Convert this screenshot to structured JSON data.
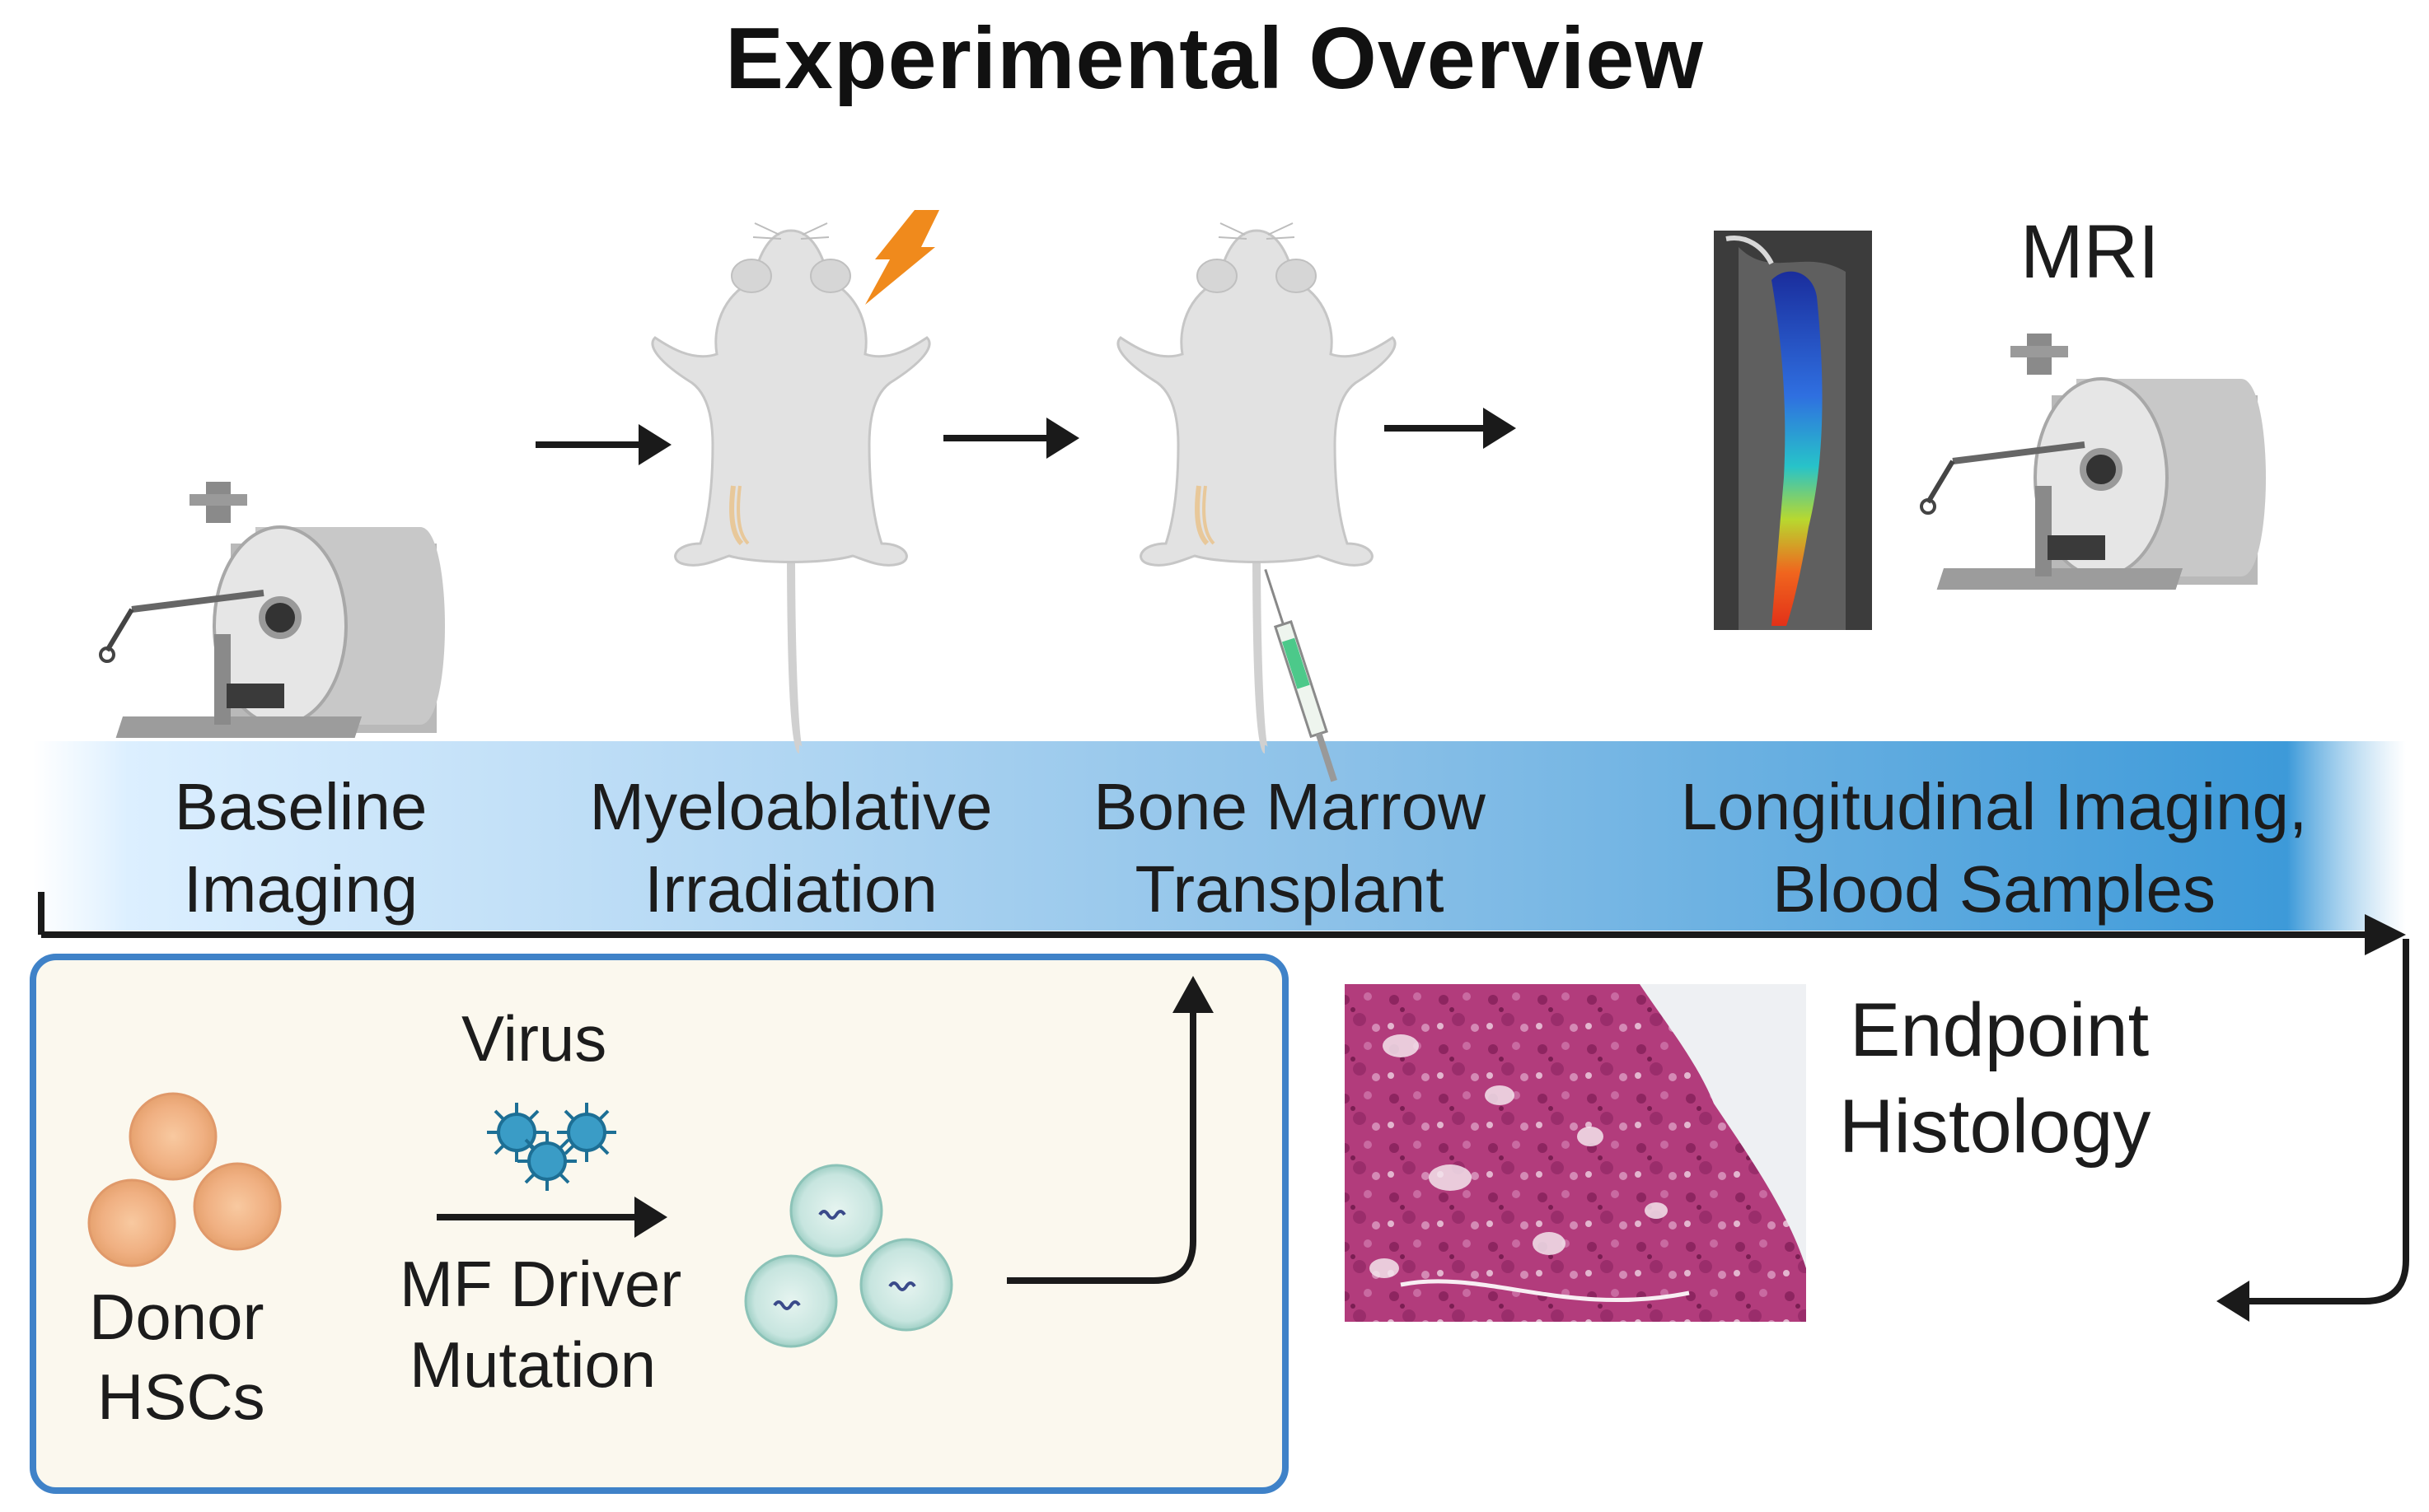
{
  "title": "Experimental Overview",
  "timeline": {
    "stages": [
      {
        "label": "Baseline\nImaging"
      },
      {
        "label": "Myeloablative\nIrradiation"
      },
      {
        "label": "Bone Marrow\nTransplant"
      },
      {
        "label": "Longitudinal  Imaging,\nBlood Samples"
      }
    ],
    "bar_gradient": [
      "#e4f2fc",
      "#3d9ad9"
    ]
  },
  "mri": {
    "label": "MRI"
  },
  "endpoint": {
    "line1": "Endpoint",
    "line2": "Histology"
  },
  "inset": {
    "border_color": "#3f82c8",
    "background": "#fbf8ee",
    "donor": {
      "line1": "Donor",
      "line2": "HSCs"
    },
    "virus_label": "Virus",
    "mutation": {
      "line1": "MF Driver",
      "line2": "Mutation"
    }
  },
  "icons": [
    "mri-scanner-icon",
    "mouse-icon",
    "lightning-icon",
    "syringe-icon",
    "virus-icon",
    "cell-icon",
    "mri-image",
    "histology-image"
  ]
}
